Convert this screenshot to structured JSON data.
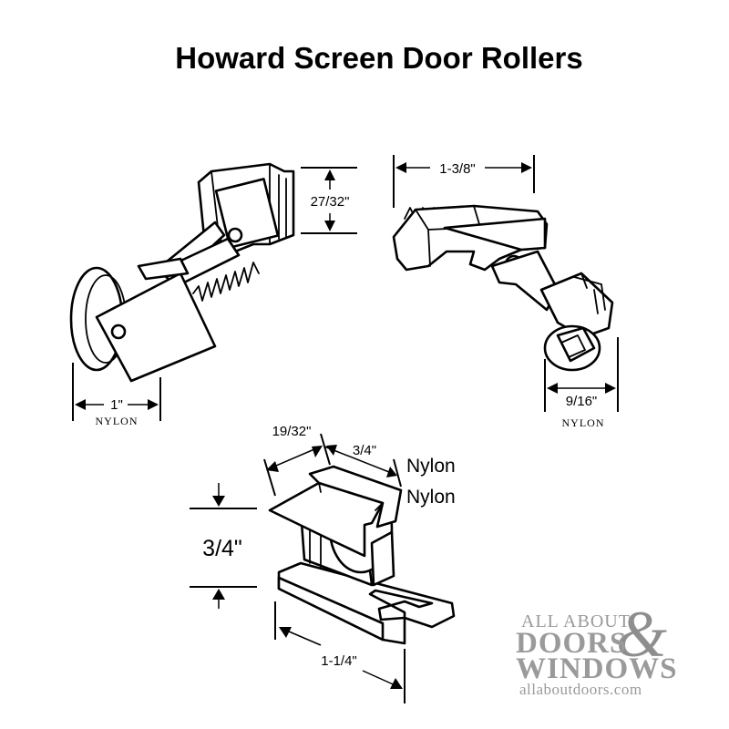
{
  "title": "Howard Screen Door Rollers",
  "roller_left": {
    "height_label": "27/32\"",
    "wheel_label": "1\"",
    "wheel_material": "NYLON"
  },
  "roller_right": {
    "length_label": "1-3/8\"",
    "wheel_label": "9/16\"",
    "wheel_material": "NYLON"
  },
  "roller_bottom": {
    "width_label": "19/32\"",
    "depth_label": "3/4\"",
    "material_line_1": "Nylon",
    "material_line_2": "Nylon",
    "height_label": "3/4\"",
    "length_label": "1-1/4\""
  },
  "watermark": {
    "line_top": "ALL ABOUT",
    "line_doors": "DOORS",
    "ampersand": "&",
    "line_windows": "WINDOWS",
    "url": "allaboutdoors.com"
  },
  "colors": {
    "line": "#000000",
    "watermark": "#9a9a9a",
    "background": "#ffffff"
  }
}
